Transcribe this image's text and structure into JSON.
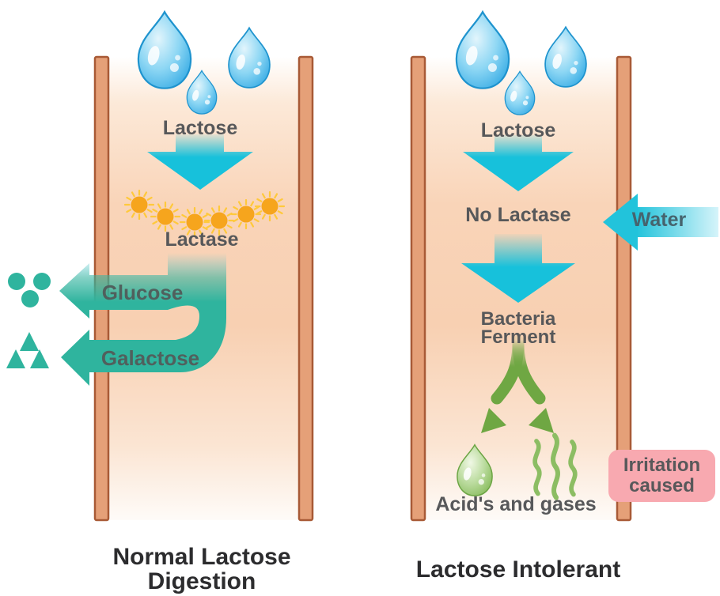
{
  "diagram": {
    "left": {
      "lactose": "Lactose",
      "lactase": "Lactase",
      "glucose": "Glucose",
      "galactose": "Galactose",
      "title_line1": "Normal Lactose",
      "title_line2": "Digestion"
    },
    "right": {
      "lactose": "Lactose",
      "no_lactase": "No Lactase",
      "water": "Water",
      "bacteria_line1": "Bacteria",
      "bacteria_line2": "Ferment",
      "acids_gases": "Acid's and gases",
      "irritation_line1": "Irritation",
      "irritation_line2": "caused",
      "title": "Lactose Intolerant"
    },
    "colors": {
      "cyan_arrow": "#17C1DB",
      "teal_arrow": "#2FB49E",
      "green_arrow": "#6FA743",
      "enzyme_orange": "#F6A51D",
      "wall_fill": "#E5A078",
      "wall_border": "#A85A36",
      "panel_peach": "#F8D2B4",
      "badge_pink": "#F8A9B0",
      "label_gray": "#57585A",
      "title_dark": "#2C2C2E",
      "droplet_blue": "#2FA7E3",
      "gas_green": "#8CBD63"
    }
  }
}
